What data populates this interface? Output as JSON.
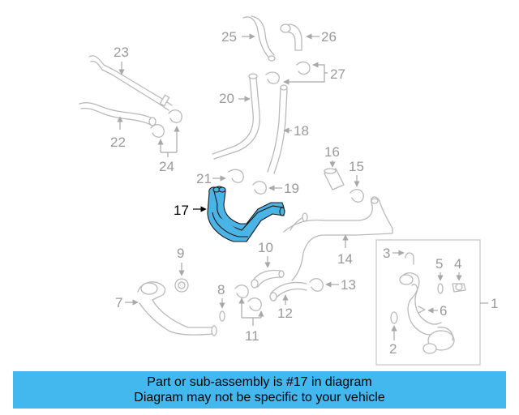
{
  "callouts": {
    "c1": "1",
    "c2": "2",
    "c3": "3",
    "c4": "4",
    "c5": "5",
    "c6": "6",
    "c7": "7",
    "c8": "8",
    "c9": "9",
    "c10": "10",
    "c11": "11",
    "c12": "12",
    "c13": "13",
    "c14": "14",
    "c15": "15",
    "c16": "16",
    "c17": "17",
    "c18": "18",
    "c19": "19",
    "c20": "20",
    "c21": "21",
    "c22": "22",
    "c23": "23",
    "c24": "24",
    "c25": "25",
    "c26": "26",
    "c27": "27"
  },
  "highlighted_part": "17",
  "colors": {
    "highlight": "#4ab4e6",
    "banner": "#43b8ee",
    "part_line": "#b9b9b9",
    "label": "#9a9a9a"
  },
  "banner": {
    "line1": "Part or sub-assembly is #17 in diagram",
    "line2": "Diagram may not be specific to your vehicle"
  }
}
